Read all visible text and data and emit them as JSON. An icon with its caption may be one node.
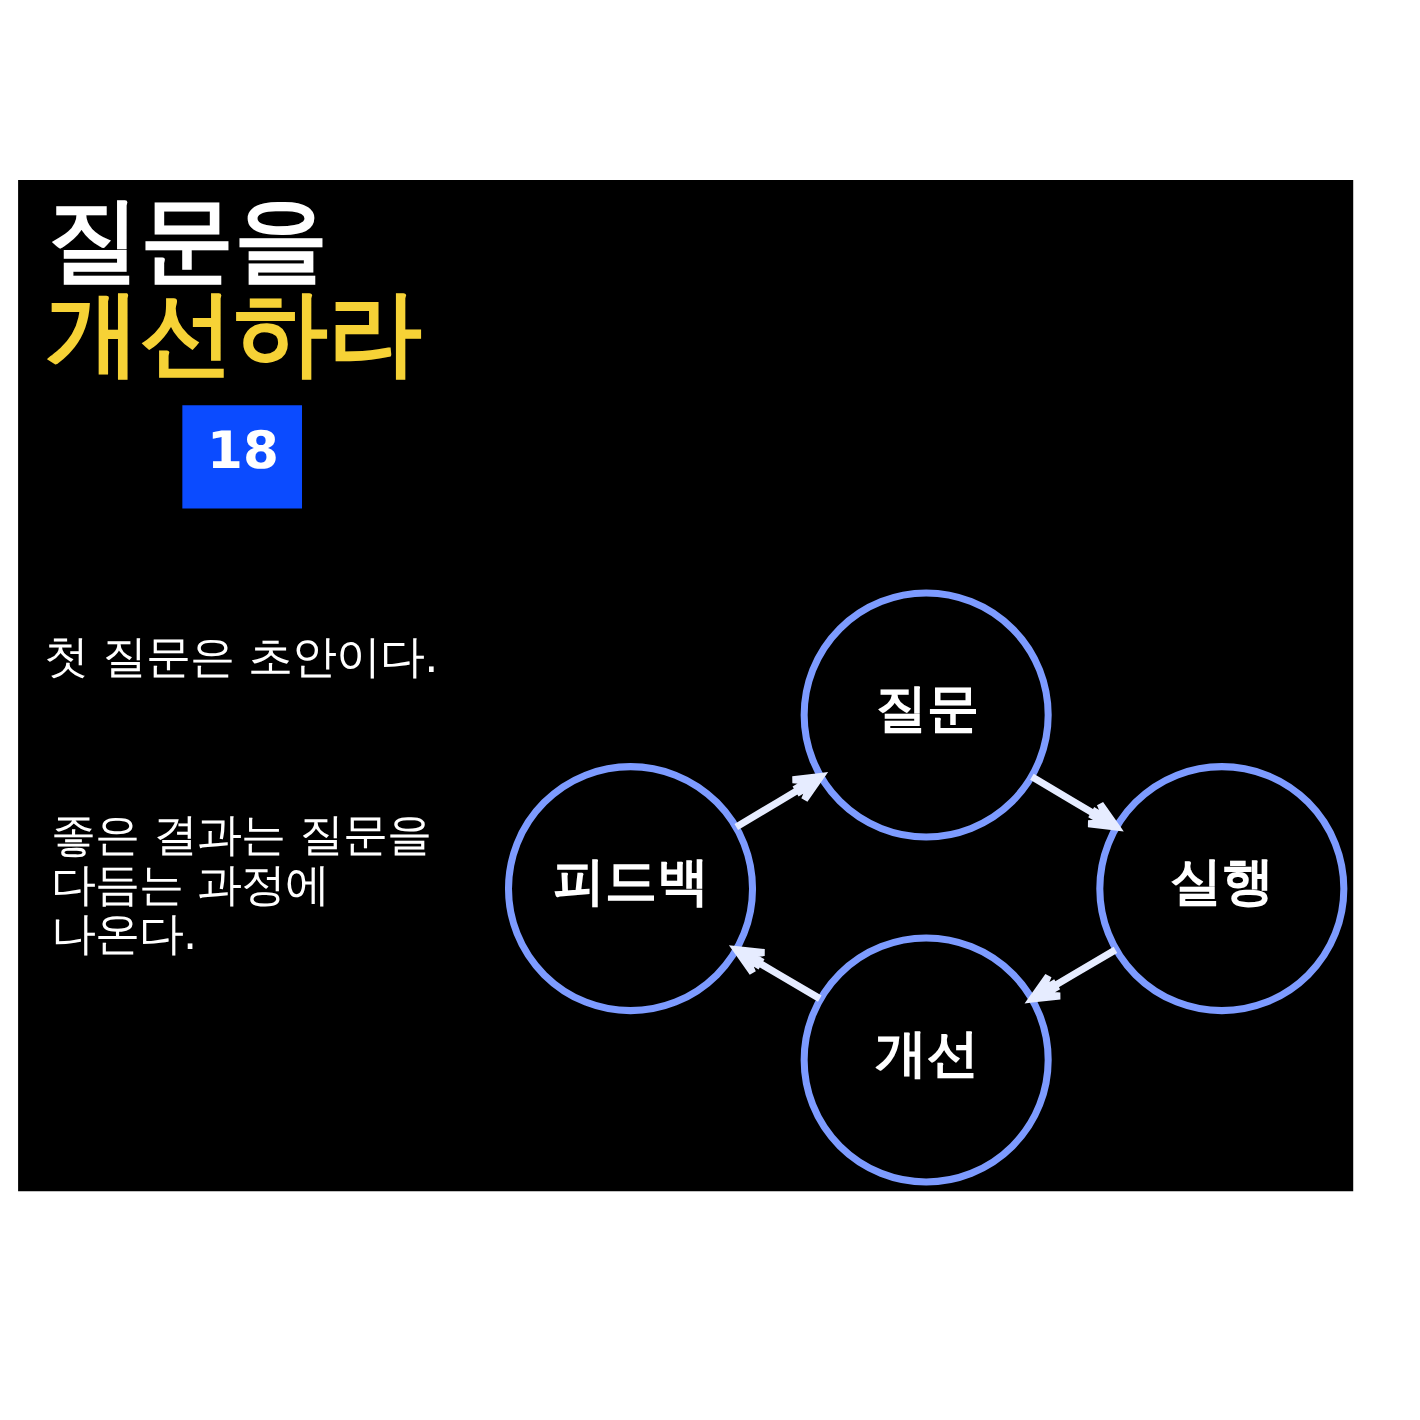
{
  "diagram": {
    "title": "질문을 개선하라",
    "nodes": [
      {
        "text": [
          "질문"
        ]
      },
      {
        "text": [
          "실행"
        ]
      },
      {
        "text": [
          "개선"
        ]
      },
      {
        "text": [
          "피드백"
        ]
      }
    ],
    "edges": [
      {
        "from": 0,
        "to": 1,
        "arrow": "to"
      },
      {
        "from": 1,
        "to": 2,
        "arrow": "to"
      },
      {
        "from": 2,
        "to": 3,
        "arrow": "to"
      },
      {
        "from": 3,
        "to": 0,
        "arrow": "to"
      }
    ],
    "labels": [
      "18",
      "첫 질문은 초안이다.",
      "좋은 결과는 질문을 다듬는 과정에 나온다."
    ]
  }
}
